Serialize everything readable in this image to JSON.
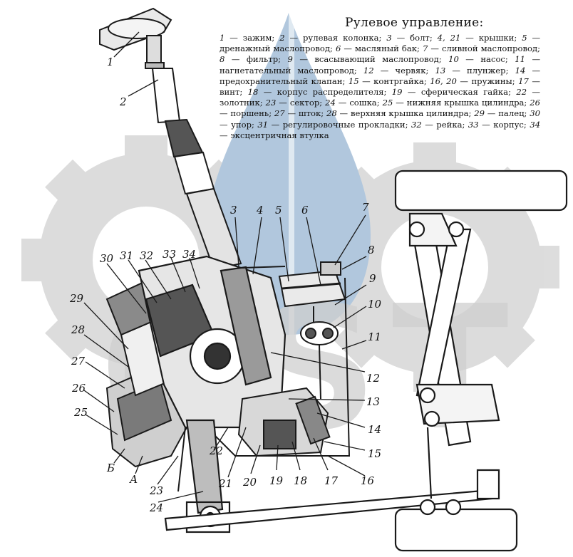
{
  "title": "Рулевое управление:",
  "legend": [
    {
      "n": "1",
      "t": "зажим;"
    },
    {
      "n": "2",
      "t": "рулевая колонка;"
    },
    {
      "n": "3",
      "t": "болт;"
    },
    {
      "n": "4, 21",
      "t": "крышки;"
    },
    {
      "n": "5",
      "t": "дренажный маслопровод;"
    },
    {
      "n": "6",
      "t": "масляный бак;"
    },
    {
      "n": "7",
      "t": "сливной маслопровод;"
    },
    {
      "n": "8",
      "t": "фильтр;"
    },
    {
      "n": "9",
      "t": "всасывающий маслопровод;"
    },
    {
      "n": "10",
      "t": "насос;"
    },
    {
      "n": "11",
      "t": "нагнетательный маслопровод;"
    },
    {
      "n": "12",
      "t": "червяк;"
    },
    {
      "n": "13",
      "t": "плунжер;"
    },
    {
      "n": "14",
      "t": "предохранительный клапан;"
    },
    {
      "n": "15",
      "t": "контргайка;"
    },
    {
      "n": "16, 20",
      "t": "пружины;"
    },
    {
      "n": "17",
      "t": "винт;"
    },
    {
      "n": "18",
      "t": "корпус распределителя;"
    },
    {
      "n": "19",
      "t": "сферическая гайка;"
    },
    {
      "n": "22",
      "t": "золотник;"
    },
    {
      "n": "23",
      "t": "сектор;"
    },
    {
      "n": "24",
      "t": "сошка;"
    },
    {
      "n": "25",
      "t": "нижняя крышка цилиндра;"
    },
    {
      "n": "26",
      "t": "поршень;"
    },
    {
      "n": "27",
      "t": "шток;"
    },
    {
      "n": "28",
      "t": "верхняя крышка цилиндра;"
    },
    {
      "n": "29",
      "t": "палец;"
    },
    {
      "n": "30",
      "t": "упор;"
    },
    {
      "n": "31",
      "t": "регулировочные прокладки;"
    },
    {
      "n": "32",
      "t": "рейка;"
    },
    {
      "n": "33",
      "t": "корпус;"
    },
    {
      "n": "34",
      "t": "эксцентричная втулка"
    }
  ],
  "callouts": {
    "c1": "1",
    "c2": "2",
    "c3": "3",
    "c4": "4",
    "c5": "5",
    "c6": "6",
    "c7": "7",
    "c8": "8",
    "c9": "9",
    "c10": "10",
    "c11": "11",
    "c12": "12",
    "c13": "13",
    "c14": "14",
    "c15": "15",
    "c16": "16",
    "c17": "17",
    "c18": "18",
    "c19": "19",
    "c20": "20",
    "c21": "21",
    "c22": "22",
    "c23": "23",
    "c24": "24",
    "c25": "25",
    "c26": "26",
    "c27": "27",
    "c28": "28",
    "c29": "29",
    "c30": "30",
    "c31": "31",
    "c32": "32",
    "c33": "33",
    "c34": "34",
    "cA": "А",
    "cB": "Б"
  },
  "watermark_text": "GST",
  "colors": {
    "watermark_gray": "#d6d6d6",
    "watermark_blue": "#9fb7cf",
    "ink": "#1a1a1a"
  }
}
